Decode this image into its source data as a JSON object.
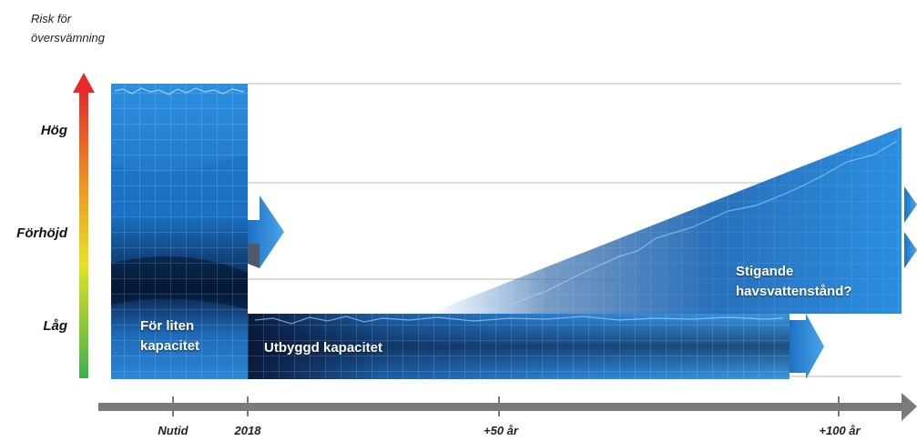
{
  "axis": {
    "y_title_line1": "Risk för",
    "y_title_line2": "översvämning",
    "levels": {
      "high": "Hög",
      "elevated": "Förhöjd",
      "low": "Låg"
    },
    "x_ticks": {
      "now": "Nutid",
      "year": "2018",
      "plus50": "+50 år",
      "plus100": "+100 år"
    }
  },
  "boxes": {
    "too_small_line1": "För liten",
    "too_small_line2": "kapacitet",
    "expanded": "Utbyggd kapacitet",
    "rising_line1": "Stigande",
    "rising_line2": "havsvattenstånd?"
  },
  "colors": {
    "box_blue": "#1e7fd0",
    "box_dark": "#06122e",
    "arrow_blue": "#2a8fdc",
    "time_axis": "#7a7a7a",
    "risk_gradient": [
      "#e8282a",
      "#f39a1f",
      "#e7e21f",
      "#3bb34a"
    ]
  }
}
